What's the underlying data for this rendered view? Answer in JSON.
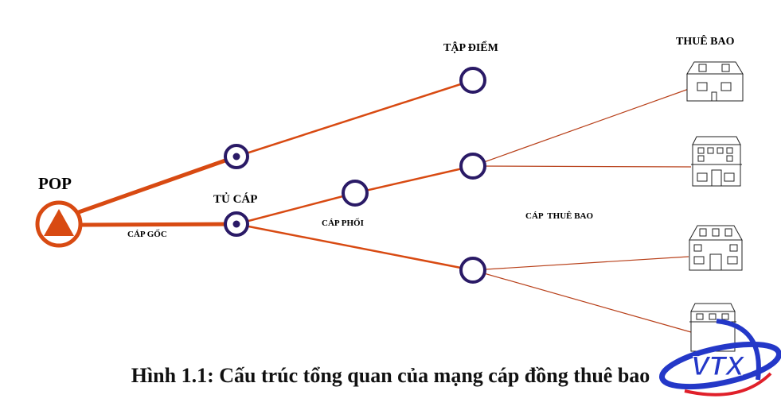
{
  "labels": {
    "pop": "POP",
    "tu_cap": "TỦ CÁP",
    "cap_goc": "CÁP GỐC",
    "cap_phoi": "CÁP PHỐI",
    "tap_diem": "TẬP ĐIỂM",
    "cap_thue_bao": "CÁP  THUÊ BAO",
    "thue_bao": "THUÊ BAO"
  },
  "caption": "Hình 1.1: Cấu trúc tổng quan của mạng cáp đồng thuê bao",
  "logo": {
    "text": "VTX"
  },
  "colors": {
    "cable": "#d84a12",
    "thin_cable": "#b8401a",
    "node": "#2a1a66",
    "logo_blue": "#2438c8",
    "logo_red": "#e0202a"
  }
}
